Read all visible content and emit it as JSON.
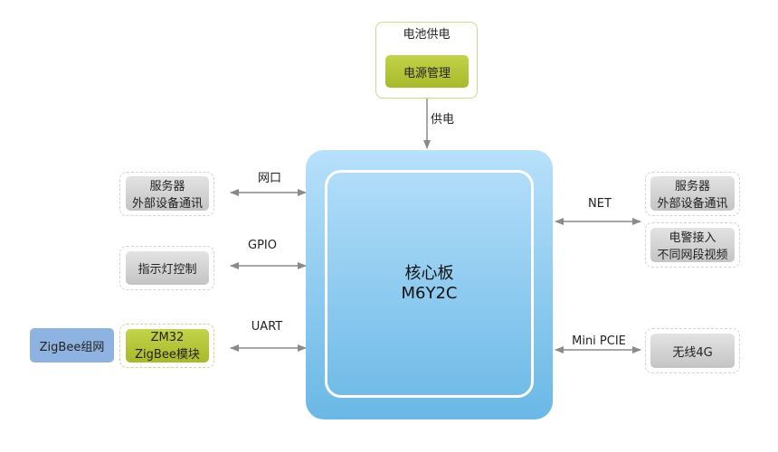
{
  "power": {
    "outer_label": "电池供电",
    "inner_label": "电源管理",
    "link_label": "供电"
  },
  "core": {
    "line1": "核心板",
    "line2": "M6Y2C"
  },
  "left": [
    {
      "link_label": "网口",
      "box_lines": [
        "服务器",
        "外部设备通讯"
      ]
    },
    {
      "link_label": "GPIO",
      "box_lines": [
        "指示灯控制"
      ]
    },
    {
      "link_label": "UART",
      "box_lines": [
        "ZM32",
        "ZigBee模块"
      ],
      "extra_box": "ZigBee组网"
    }
  ],
  "right": [
    {
      "link_label": "NET",
      "boxes": [
        [
          "服务器",
          "外部设备通讯"
        ],
        [
          "电警接入",
          "不同网段视频"
        ]
      ]
    },
    {
      "link_label": "Mini PCIE",
      "boxes": [
        [
          "无线4G"
        ]
      ]
    }
  ],
  "colors": {
    "core_top": "#b7e0fb",
    "core_bottom": "#6ab8e6",
    "green": "#b5c63a",
    "grey": "#d0d0d0",
    "zigbee_blue": "#8eb3e0",
    "arrow": "#8a8a8a"
  }
}
